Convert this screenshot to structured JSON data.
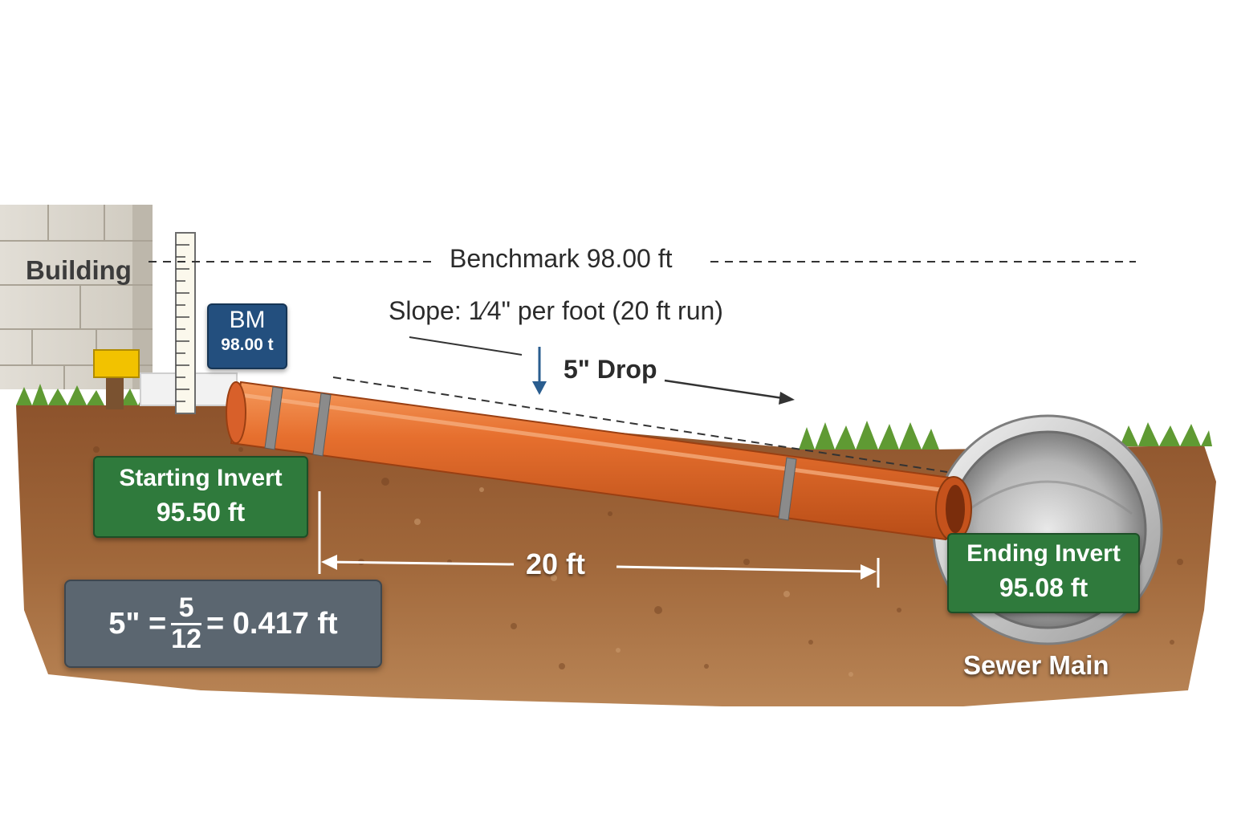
{
  "labels": {
    "building": "Building",
    "benchmark": "Benchmark 98.00 ft",
    "slope": "Slope: 1⁄4\" per foot (20 ft run)",
    "drop": "5\" Drop",
    "run_length": "20 ft",
    "sewer_main": "Sewer Main"
  },
  "bm_sign": {
    "title": "BM",
    "value": "98.00 t"
  },
  "start_sign": {
    "title": "Starting Invert",
    "value": "95.50 ft"
  },
  "end_sign": {
    "title": "Ending Invert",
    "value": "95.08 ft"
  },
  "calc": {
    "lhs": "5\" =",
    "numerator": "5",
    "denominator": "12",
    "rhs": "= 0.417 ft"
  },
  "colors": {
    "pipe": "#e0662a",
    "soil": "#9a5f34",
    "grass": "#5f9a33",
    "sign_green": "#2f7a3c",
    "sign_blue": "#234f7e",
    "calc_box": "#5b6670",
    "arrow_blue": "#2a5d8f"
  }
}
